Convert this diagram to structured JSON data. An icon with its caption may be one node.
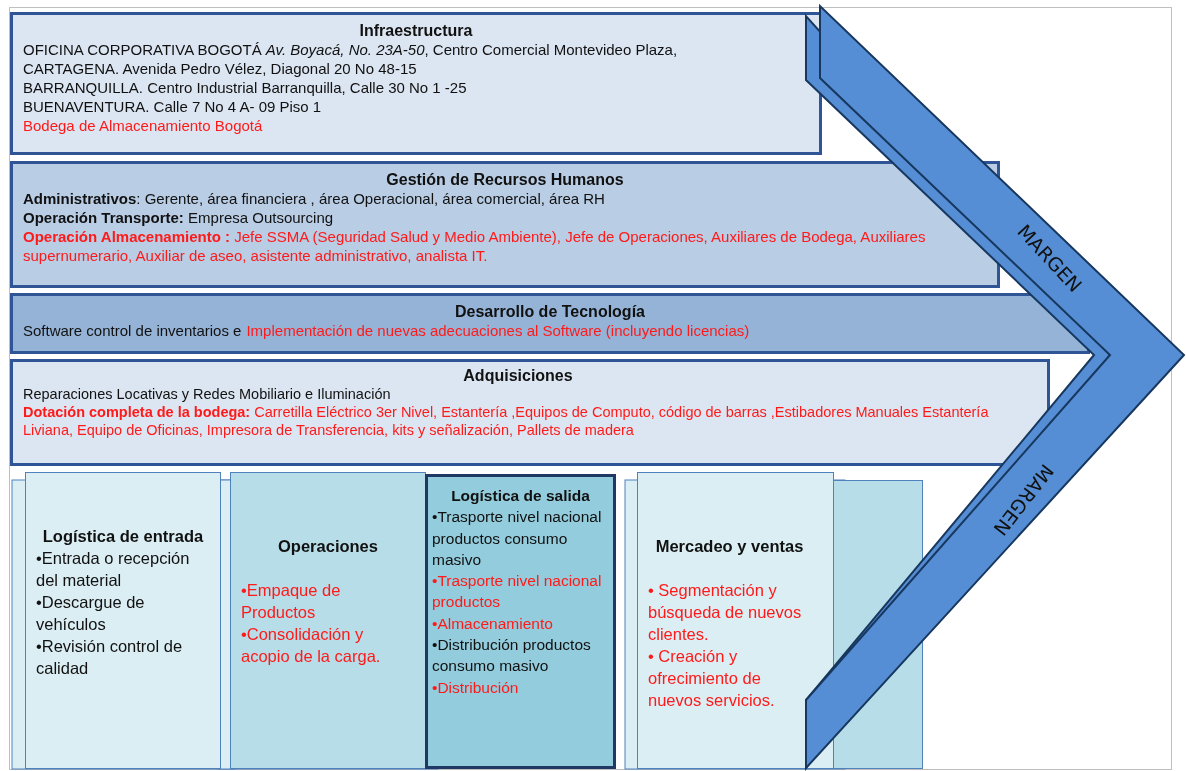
{
  "diagram": {
    "nodes": [
      {
        "text": [
          "Infraestructura",
          "OFICINA CORPORATIVA BOGOTÁ *Av. Boyacá, No. 23A-50*, Centro Comercial Montevideo Plaza,",
          "CARTAGENA. Avenida Pedro Vélez, Diagonal 20 No 48-15",
          "BARRANQUILLA. Centro Industrial Barranquilla, Calle 30 No 1 -25",
          "BUENAVENTURA. Calle 7 No 4 A- 09 Piso 1",
          "Bodega de Almacenamiento Bogotá"
        ]
      },
      {
        "text": [
          "Gestión de Recursos Humanos",
          "**Administrativos**: Gerente, área financiera , área Operacional, área comercial, área RH",
          "**Operación Transporte:** Empresa Outsourcing",
          "**Operación Almacenamiento :** Jefe SSMA (Seguridad Salud y Medio Ambiente), Jefe de Operaciones, Auxiliares de Bodega, Auxiliares supernumerario, Auxiliar de aseo, asistente administrativo, analista IT."
        ]
      },
      {
        "text": [
          "Desarrollo de Tecnología",
          "Software control de inventarios e",
          "Implementación de nuevas adecuaciones al Software (incluyendo licencias)"
        ]
      },
      {
        "text": [
          "Adquisiciones",
          "Reparaciones Locativas y Redes Mobiliario e Iluminación",
          "**Dotación completa de la bodega:** Carretilla Eléctrico 3er Nivel, Estantería ,Equipos de Computo, código de barras ,Estibadores Manuales Estantería Liviana, Equipo de Oficinas, Impresora de Transferencia, kits y señalización, Pallets de madera"
        ]
      },
      {
        "text": [
          "Logística de entrada",
          "•Entrada o recepción del material",
          "•Descargue de vehículos",
          "•Revisión control de calidad"
        ]
      },
      {
        "text": [
          "Operaciones",
          "•Empaque de Productos",
          "•Consolidación y acopio de la carga."
        ]
      },
      {
        "text": [
          "Logística de salida",
          "•Trasporte nivel nacional productos consumo masivo",
          "•Trasporte nivel nacional productos",
          "•Almacenamiento",
          "•Distribución productos consumo masivo",
          "•Distribución"
        ]
      },
      {
        "text": [
          "Mercadeo y ventas",
          "• Segmentación y búsqueda de nuevos clientes.",
          "• Creación y ofrecimiento de nuevos servicios."
        ]
      },
      {
        "text": [],
        "shape": "box"
      }
    ],
    "labels": [
      "MARGEN",
      "MARGEN"
    ]
  }
}
